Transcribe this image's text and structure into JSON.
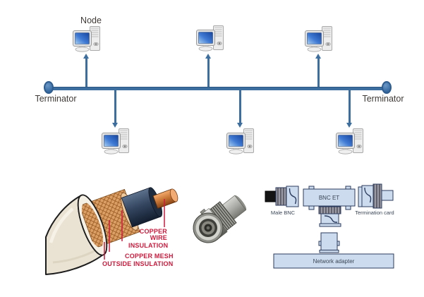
{
  "topology": {
    "node_label": "Node",
    "terminator_left": "Terminator",
    "terminator_right": "Terminator"
  },
  "coax": {
    "copper_wire_line1": "COPPER",
    "copper_wire_line2": "WIRE",
    "insulation": "INSULATION",
    "copper_mesh": "COPPER MESH",
    "outside_insulation": "OUTSIDE INSULATION"
  },
  "bnc": {
    "male_bnc": "Male BNC",
    "bnc_et": "BNC ET",
    "termination_card": "Termination card",
    "network_adapter": "Network adapter"
  },
  "colors": {
    "bus_blue": "#3c6e9f",
    "label_red": "#cd1a3c",
    "diagram_fill": "#ccdbee",
    "diagram_outline": "#2b3b5e"
  }
}
